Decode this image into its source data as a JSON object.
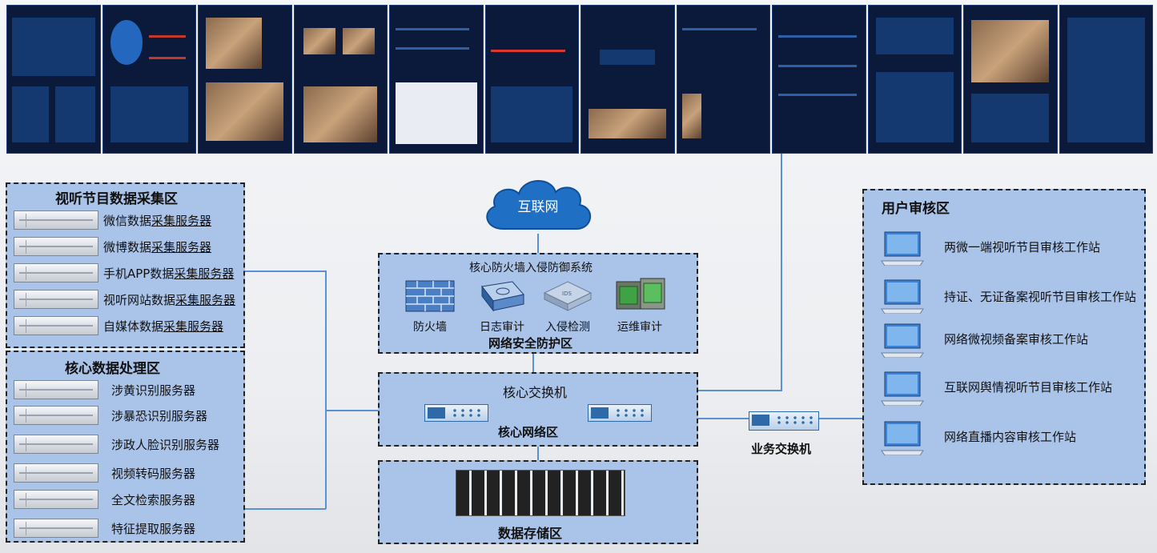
{
  "internet": {
    "label": "互联网"
  },
  "zones": {
    "collect": {
      "title": "视听节目数据采集区",
      "servers": [
        {
          "prefix": "微信数据",
          "suffix": "采集服务器"
        },
        {
          "prefix": "微博数据",
          "suffix": "采集服务器"
        },
        {
          "prefix": "手机APP数据",
          "suffix": "采集服务器"
        },
        {
          "prefix": "视听网站数据",
          "suffix": "采集服务器"
        },
        {
          "prefix": "自媒体数据",
          "suffix": "采集服务器"
        }
      ]
    },
    "process": {
      "title": "核心数据处理区",
      "servers": [
        "涉黄识别服务器",
        "涉暴恐识别服务器",
        "涉政人脸识别服务器",
        "视频转码服务器",
        "全文检索服务器",
        "特征提取服务器"
      ]
    },
    "security": {
      "system_title": "核心防火墙入侵防御系统",
      "devices": [
        "防火墙",
        "日志审计",
        "入侵检测",
        "运维审计"
      ],
      "title": "网络安全防护区"
    },
    "network": {
      "switch_title": "核心交换机",
      "title": "核心网络区"
    },
    "storage": {
      "title": "数据存储区"
    },
    "audit": {
      "title": "用户审核区",
      "workstations": [
        "两微一端视听节目审核工作站",
        "持证、无证备案视听节目审核工作站",
        "网络微视频备案审核工作站",
        "互联网舆情视听节目审核工作站",
        "网络直播内容审核工作站"
      ]
    }
  },
  "business_switch": {
    "label": "业务交换机"
  },
  "colors": {
    "zone_fill": "#aac3e8",
    "link": "#5b8fd6",
    "cloud": "#1f6fc4",
    "screen_bg": "#0b1a3a"
  },
  "screenshots_count": 12
}
